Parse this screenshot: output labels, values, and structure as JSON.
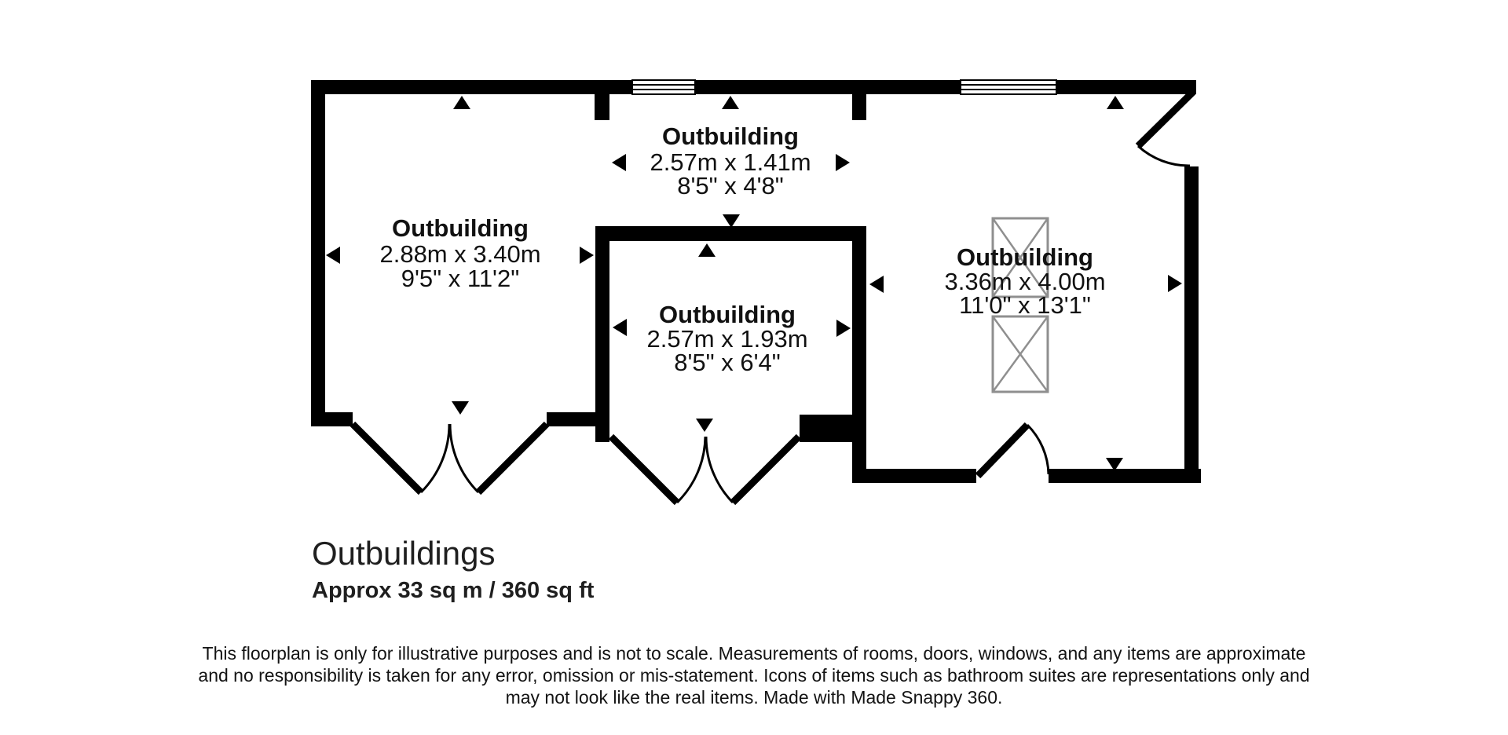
{
  "floorplan": {
    "title": "Outbuildings",
    "area_label": "Approx 33 sq m / 360 sq ft",
    "rooms": [
      {
        "name": "Outbuilding",
        "metric": "2.88m x 3.40m",
        "imperial": "9'5\" x 11'2\""
      },
      {
        "name": "Outbuilding",
        "metric": "2.57m x 1.41m",
        "imperial": "8'5\" x 4'8\""
      },
      {
        "name": "Outbuilding",
        "metric": "2.57m x 1.93m",
        "imperial": "8'5\" x 6'4\""
      },
      {
        "name": "Outbuilding",
        "metric": "3.36m x 4.00m",
        "imperial": "11'0\" x 13'1\""
      }
    ],
    "disclaimer_lines": [
      "This floorplan is only for illustrative purposes and is not to scale. Measurements of rooms, doors, windows, and any items are approximate",
      "and no responsibility is taken for any error, omission or mis-statement. Icons of items such as bathroom suites are representations only and",
      "may not look like the real items. Made with Made Snappy 360."
    ],
    "colors": {
      "wall": "#000000",
      "text": "#111111",
      "fixture_outline": "#8f8f8f",
      "background": "#ffffff"
    }
  }
}
